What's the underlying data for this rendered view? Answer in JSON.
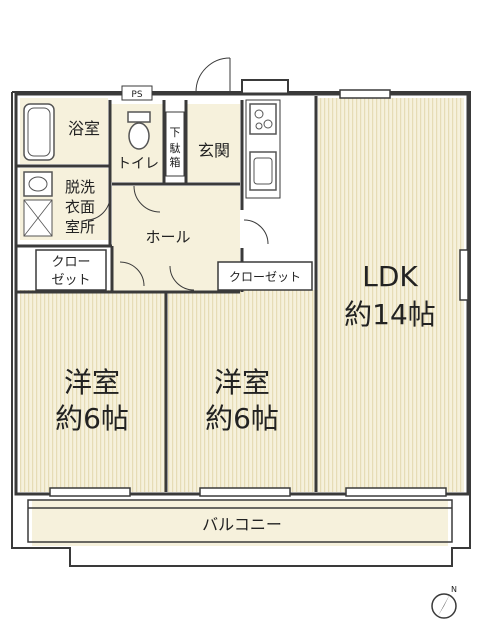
{
  "rooms": {
    "bath": "浴室",
    "toilet": "トイレ",
    "shoe_box_top": "下",
    "shoe_box_bottom": "駄箱",
    "entrance": "玄関",
    "washroom_l1": "脱洗",
    "washroom_l2": "衣面",
    "washroom_l3": "室所",
    "hall": "ホール",
    "closet_left_l1": "クロー",
    "closet_left_l2": "ゼット",
    "closet_mid": "クローゼット",
    "ldk_name": "LDK",
    "ldk_size": "約14帖",
    "western_left_name": "洋室",
    "western_left_size": "約6帖",
    "western_right_name": "洋室",
    "western_right_size": "約6帖",
    "balcony": "バルコニー"
  },
  "labels": {
    "ps": "PS",
    "north": "N"
  },
  "colors": {
    "floor": "#f6f1dc",
    "wall": "#3a3a3a",
    "stripe": "#e7dcb8",
    "closet": "#ffffff",
    "fixture": "#555555"
  },
  "icons": [
    "bathtub-icon",
    "toilet-icon",
    "washbasin-icon",
    "stove-icon",
    "sink-icon",
    "north-arrow-icon"
  ]
}
